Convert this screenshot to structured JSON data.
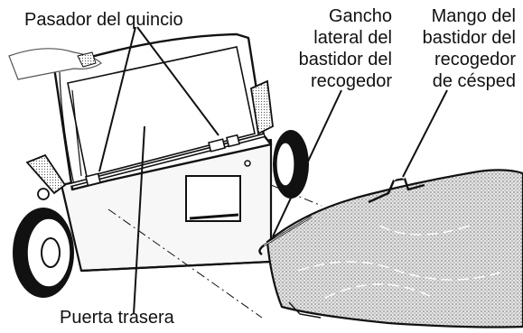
{
  "labels": {
    "hinge_pin": "Pasador del quincio",
    "side_hook": [
      "Gancho",
      "lateral del",
      "bastidor del",
      "recogedor"
    ],
    "frame_handle": [
      "Mango del",
      "bastidor del",
      "recogedor",
      "de césped"
    ],
    "rear_door": "Puerta trasera"
  },
  "colors": {
    "ink": "#111111",
    "background": "#ffffff",
    "light_fill": "#f7f7f7",
    "bag_fill": "#cfcfcf"
  }
}
